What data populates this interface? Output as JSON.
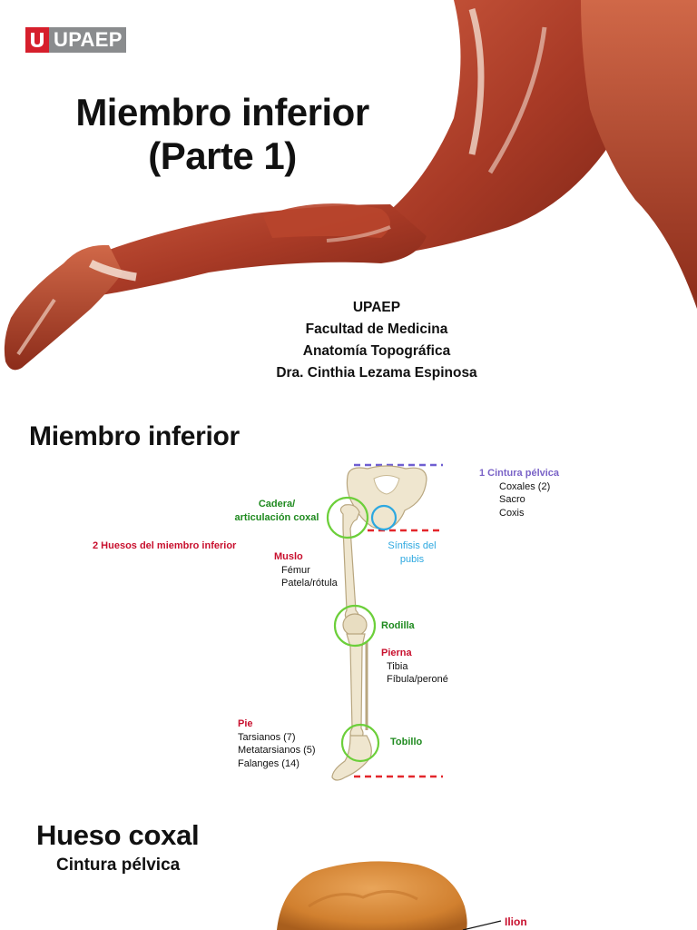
{
  "slide1": {
    "logo": {
      "text": "UPAEP",
      "mark": "U"
    },
    "title_line1": "Miembro inferior",
    "title_line2": "(Parte 1)",
    "credits": [
      "UPAEP",
      "Facultad de Medicina",
      "Anatomía Topográfica",
      "Dra. Cinthia Lezama Espinosa"
    ],
    "colors": {
      "brand_red": "#d61f2c",
      "brand_grey": "#8a8c8e",
      "muscle": "#b5432c"
    }
  },
  "slide2": {
    "title": "Miembro inferior",
    "cintura": {
      "heading": "1  Cintura pélvica",
      "items": [
        "Coxales (2)",
        "Sacro",
        "Coxis"
      ]
    },
    "cadera": {
      "line1": "Cadera/",
      "line2": "articulación coxal"
    },
    "huesos_heading": "2  Huesos del miembro inferior",
    "sinfisis": {
      "line1": "Sínfisis del",
      "line2": "pubis"
    },
    "muslo": {
      "heading": "Muslo",
      "items": [
        "Fémur",
        "Patela/rótula"
      ]
    },
    "rodilla": "Rodilla",
    "pierna": {
      "heading": "Pierna",
      "items": [
        "Tibia",
        "Fíbula/peroné"
      ]
    },
    "pie": {
      "heading": "Pie",
      "items": [
        "Tarsianos (7)",
        "Metatarsianos (5)",
        "Falanges (14)"
      ]
    },
    "tobillo": "Tobillo",
    "colors": {
      "red": "#c8102e",
      "green": "#1f8a1f",
      "purple": "#7a63c7",
      "blue": "#2da8e0",
      "bone": "#efe6cf"
    }
  },
  "slide3": {
    "title": "Hueso coxal",
    "subtitle": "Cintura pélvica",
    "ilion_label": "Ilion",
    "colors": {
      "bone": "#d98a3a"
    }
  }
}
